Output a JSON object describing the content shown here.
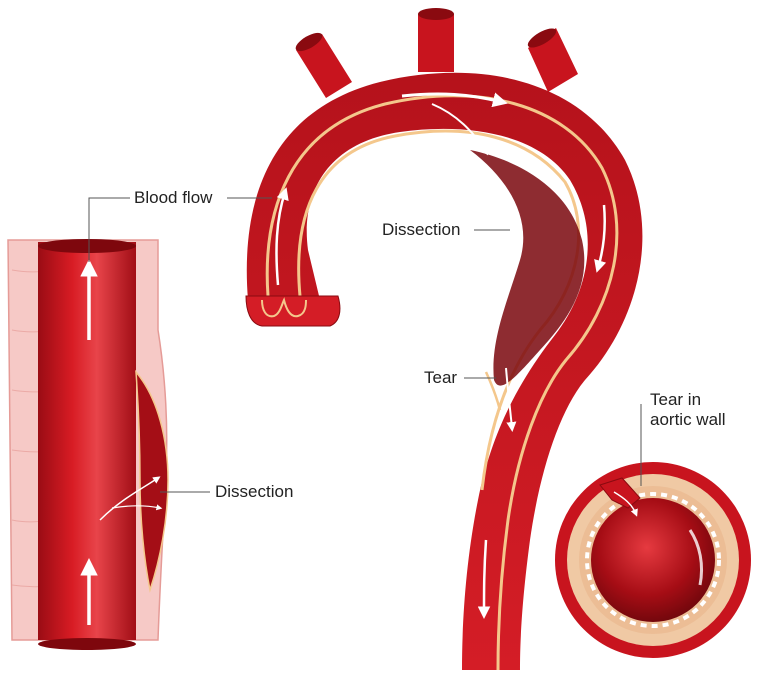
{
  "labels": {
    "blood_flow": "Blood flow",
    "dissection_left": "Dissection",
    "dissection_arch": "Dissection",
    "tear": "Tear",
    "tear_in_aortic_wall_line1": "Tear in",
    "tear_in_aortic_wall_line2": "aortic wall"
  },
  "colors": {
    "artery_red": "#c8141e",
    "artery_dark": "#8a0a10",
    "artery_light": "#e8444a",
    "wall_pink": "#f6c9c6",
    "wall_line": "#e59b97",
    "intima_cream": "#f4c78c",
    "cross_section_wall": "#f0c9a4",
    "label_text": "#222222",
    "leader_line": "#555555"
  }
}
